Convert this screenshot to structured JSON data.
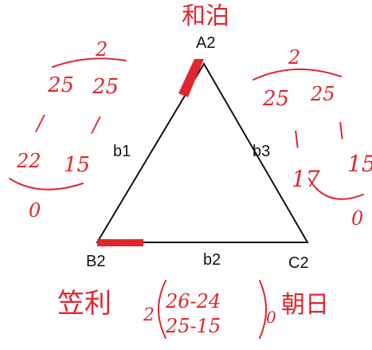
{
  "colors": {
    "ink": "#111111",
    "annotation": "#e0262e"
  },
  "vertices": {
    "top": "A2",
    "bottom_left": "B2",
    "bottom_right": "C2"
  },
  "edges": {
    "left": "b1",
    "bottom": "b2",
    "right": "b3"
  },
  "handwritten": {
    "top_label": "和泊",
    "bottom_left_label": "笠利",
    "bottom_right_label": "朝日",
    "left_group": {
      "top_total": "2",
      "top_a": "25",
      "top_b": "25",
      "mid_a": "/",
      "mid_b": "/",
      "low_a": "22",
      "low_b": "15",
      "bottom_total": "0"
    },
    "right_group": {
      "top_total": "2",
      "top_a": "25",
      "top_b": "25",
      "mid_a": "\\",
      "mid_b": "\\",
      "low_a": "17",
      "low_b": "15",
      "bottom_total": "0"
    },
    "bottom_group": {
      "prefix": "2",
      "line1": "26-24",
      "line2": "25-15",
      "suffix": "0"
    }
  }
}
